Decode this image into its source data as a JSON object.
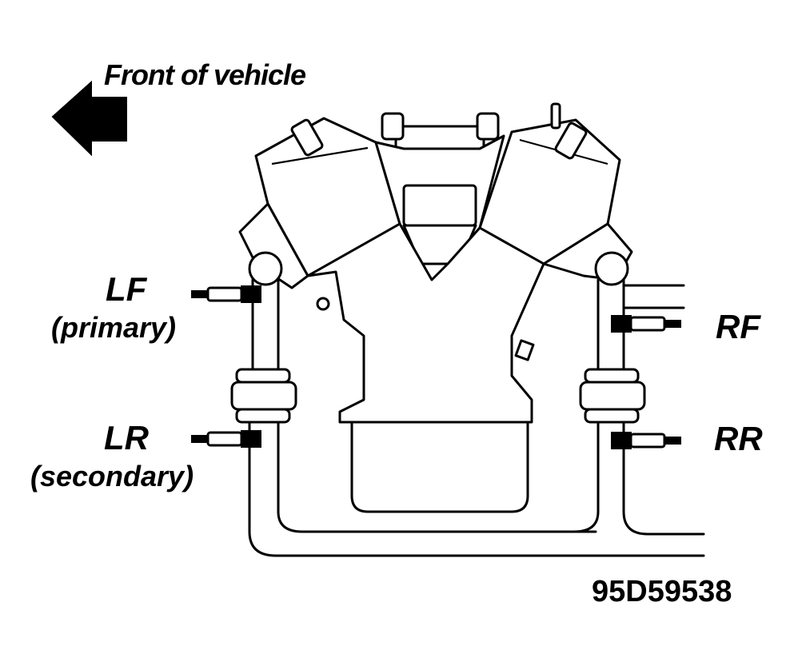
{
  "diagram": {
    "direction_label": "Front of vehicle",
    "direction_icon": "left-arrow-icon",
    "sensors": {
      "lf": {
        "name": "LF",
        "role": "(primary)"
      },
      "lr": {
        "name": "LR",
        "role": "(secondary)"
      },
      "rf": {
        "name": "RF"
      },
      "rr": {
        "name": "RR"
      }
    },
    "figure_code": "95D59538"
  }
}
